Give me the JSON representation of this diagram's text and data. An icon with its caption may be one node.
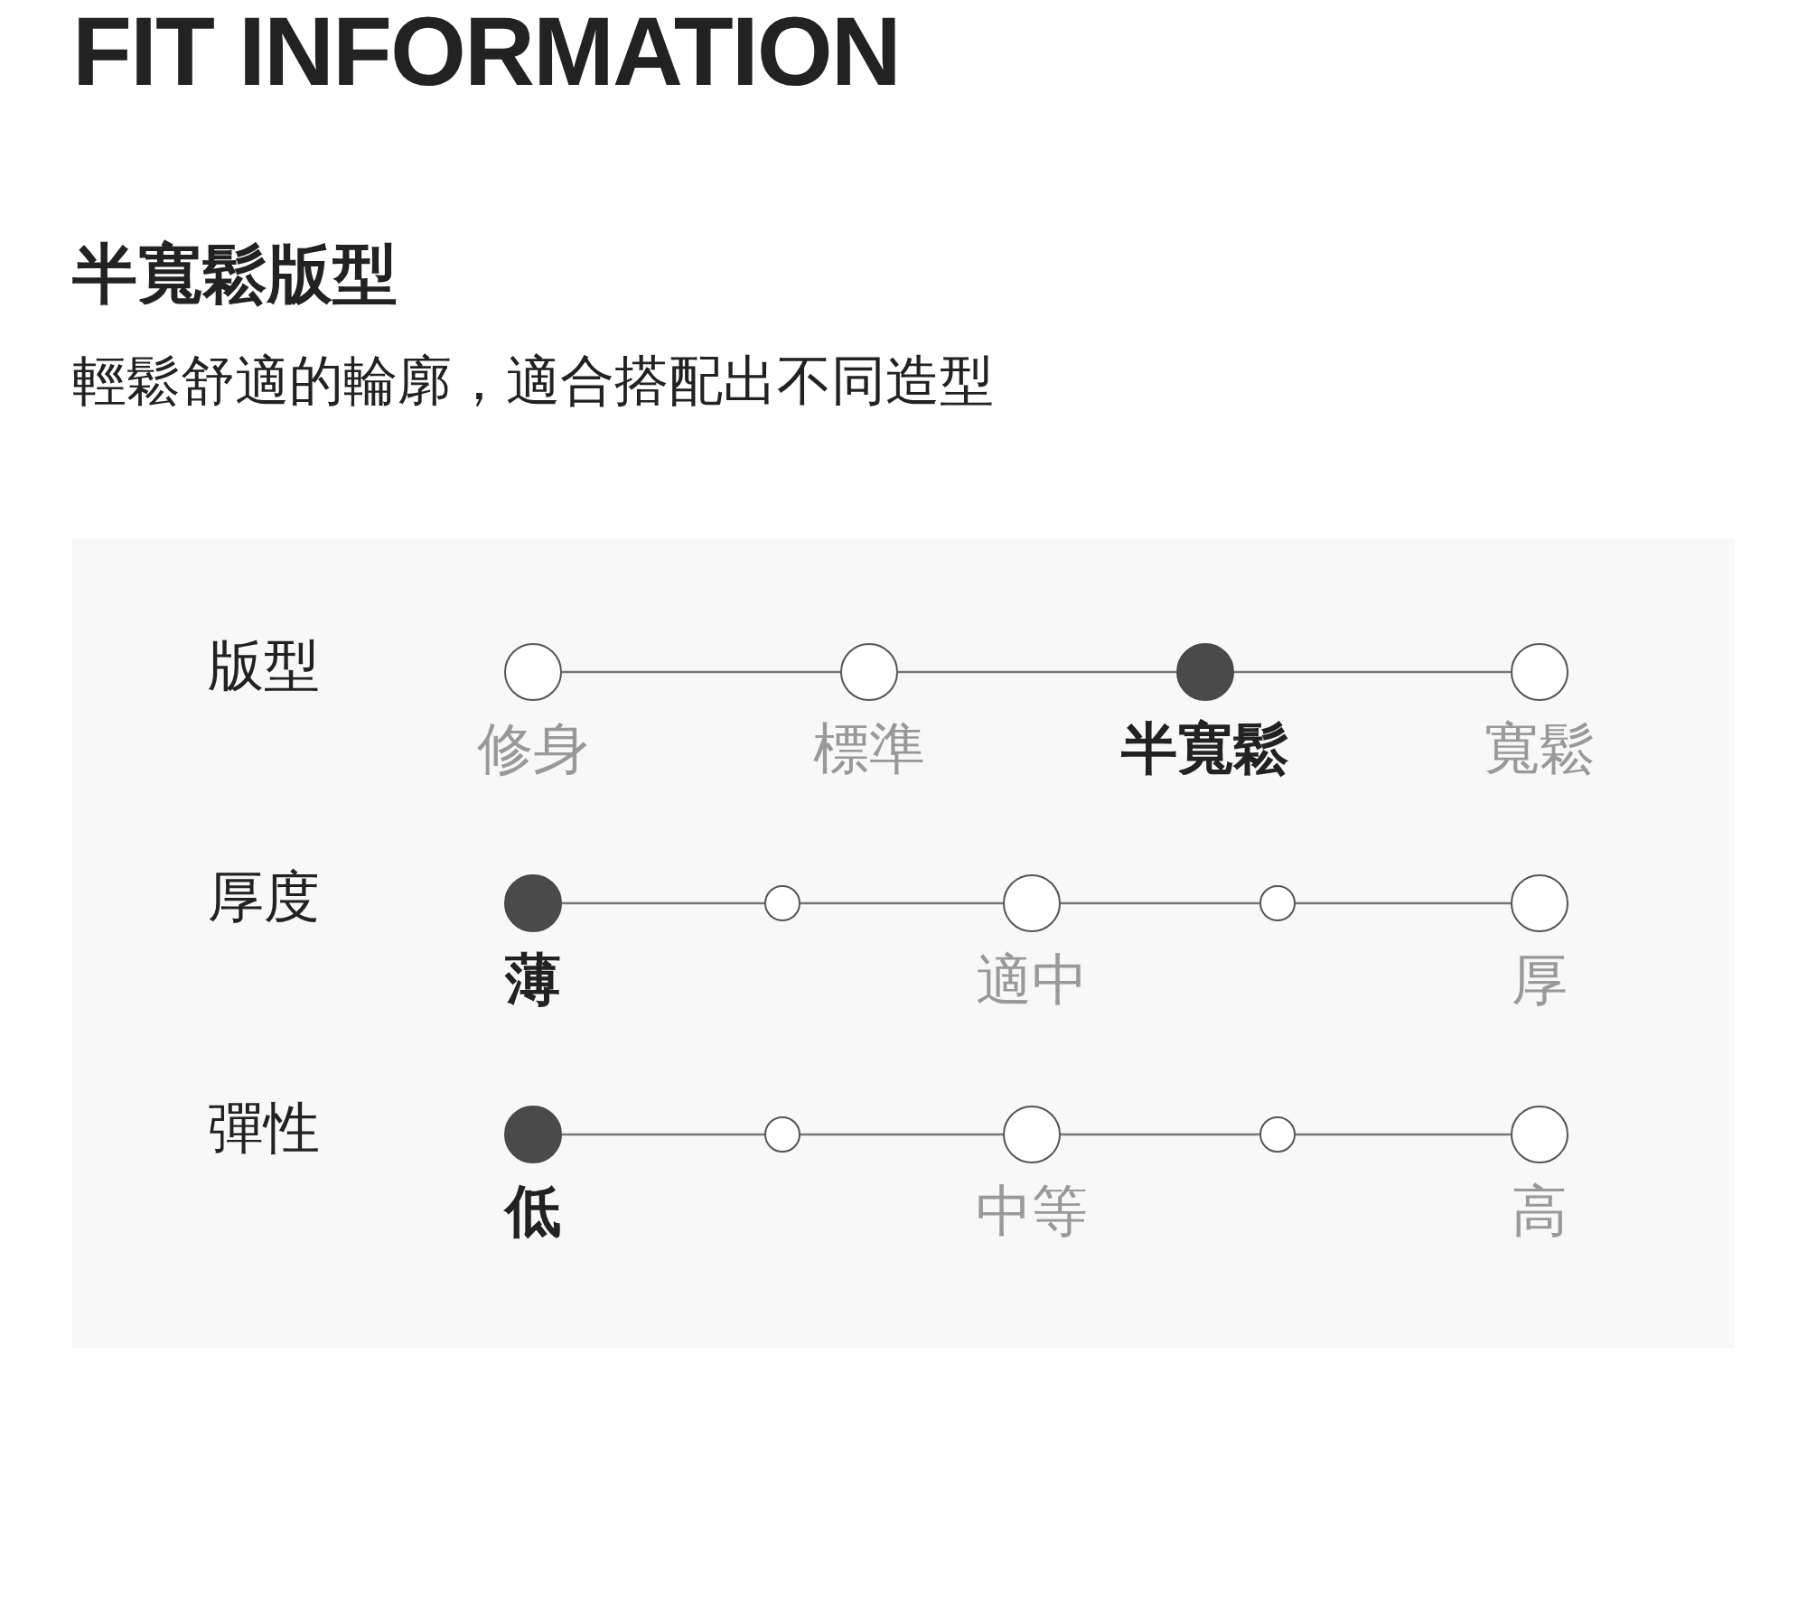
{
  "diagram": {
    "title": "FIT INFORMATION",
    "nodes": [
      {
        "text": [],
        "shape": "circle",
        "beside": [
          "修身"
        ]
      },
      {
        "text": [],
        "shape": "circle",
        "beside": [
          "標準"
        ]
      },
      {
        "text": [],
        "shape": "dot",
        "beside": [
          "半寬鬆"
        ]
      },
      {
        "text": [],
        "shape": "circle",
        "beside": [
          "寬鬆"
        ]
      },
      {
        "text": [],
        "shape": "dot",
        "beside": [
          "薄"
        ]
      },
      {
        "text": [],
        "shape": "circle"
      },
      {
        "text": [],
        "shape": "circle",
        "beside": [
          "適中"
        ]
      },
      {
        "text": [],
        "shape": "circle"
      },
      {
        "text": [],
        "shape": "circle",
        "beside": [
          "厚"
        ]
      },
      {
        "text": [],
        "shape": "dot",
        "beside": [
          "低"
        ]
      },
      {
        "text": [],
        "shape": "circle"
      },
      {
        "text": [],
        "shape": "circle",
        "beside": [
          "中等"
        ]
      },
      {
        "text": [],
        "shape": "circle"
      },
      {
        "text": [],
        "shape": "circle",
        "beside": [
          "高"
        ]
      }
    ],
    "edges": [
      {
        "from": 0,
        "to": 1,
        "arrow": "none"
      },
      {
        "from": 1,
        "to": 2,
        "arrow": "none"
      },
      {
        "from": 2,
        "to": 3,
        "arrow": "none"
      },
      {
        "from": 4,
        "to": 5,
        "arrow": "none"
      },
      {
        "from": 5,
        "to": 6,
        "arrow": "none"
      },
      {
        "from": 6,
        "to": 7,
        "arrow": "none"
      },
      {
        "from": 7,
        "to": 8,
        "arrow": "none"
      },
      {
        "from": 9,
        "to": 10,
        "arrow": "none"
      },
      {
        "from": 10,
        "to": 11,
        "arrow": "none"
      },
      {
        "from": 11,
        "to": 12,
        "arrow": "none"
      },
      {
        "from": 12,
        "to": 13,
        "arrow": "none"
      }
    ],
    "labels": [
      "半寬鬆版型",
      "輕鬆舒適的輪廓，適合搭配出不同造型",
      "版型",
      "厚度",
      "彈性"
    ]
  }
}
